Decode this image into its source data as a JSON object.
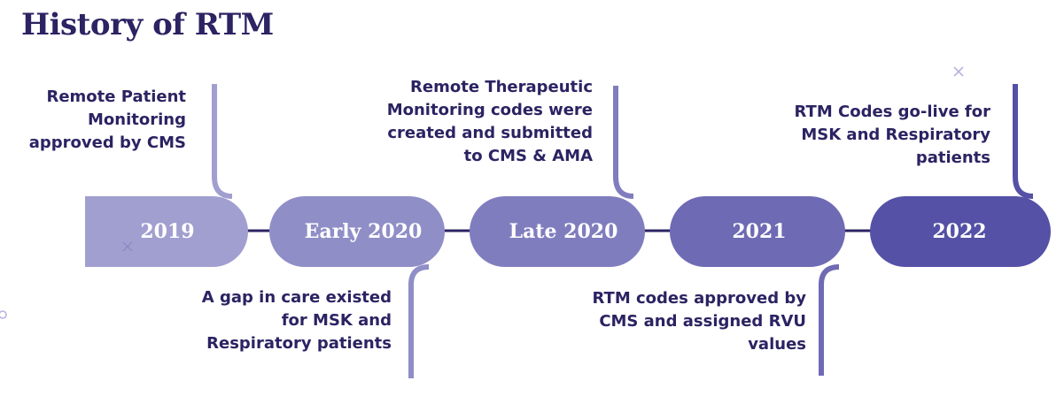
{
  "title": "History of RTM",
  "milestones": [
    {
      "label": "2019",
      "color": "#a19fd0"
    },
    {
      "label": "Early 2020",
      "color": "#908ec7"
    },
    {
      "label": "Late 2020",
      "color": "#807dbf"
    },
    {
      "label": "2021",
      "color": "#6f6ab4"
    },
    {
      "label": "2022",
      "color": "#5451a6"
    }
  ],
  "events": [
    {
      "milestone": "2019",
      "position": "above",
      "lines": [
        "Remote Patient",
        "Monitoring",
        "approved by CMS"
      ]
    },
    {
      "milestone": "Early 2020",
      "position": "below",
      "lines": [
        "A gap in care existed",
        "for MSK and",
        "Respiratory patients"
      ]
    },
    {
      "milestone": "Late 2020",
      "position": "above",
      "lines": [
        "Remote Therapeutic",
        "Monitoring codes were",
        "created and submitted",
        "to CMS & AMA"
      ]
    },
    {
      "milestone": "2021",
      "position": "below",
      "lines": [
        "RTM codes approved by",
        "CMS and assigned RVU",
        "values"
      ]
    },
    {
      "milestone": "2022",
      "position": "above",
      "lines": [
        "RTM Codes go-live for",
        "MSK and Respiratory",
        "patients"
      ]
    }
  ],
  "colors": {
    "title": "#2b2362",
    "text": "#2b2362",
    "connector": "#2b2362"
  }
}
